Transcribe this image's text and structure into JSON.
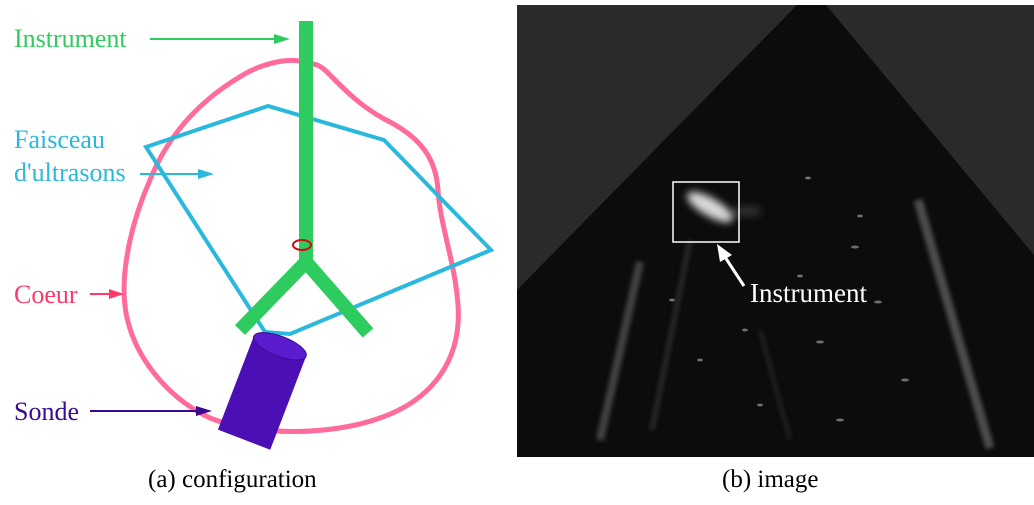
{
  "config": {
    "labels": {
      "instrument": "Instrument",
      "beam_line1": "Faisceau",
      "beam_line2": "d'ultrasons",
      "heart": "Coeur",
      "probe": "Sonde"
    },
    "colors": {
      "instrument": "#2ecc5e",
      "beam": "#2ab8dc",
      "heart": "#ff6b9a",
      "probe": "#4b0fb5",
      "marker": "#cc1111"
    }
  },
  "image": {
    "annotation": "Instrument",
    "colors": {
      "background": "#000000",
      "sector": "#1c1c1c",
      "box": "#ffffff"
    }
  },
  "captions": {
    "a": "(a) configuration",
    "b": "(b) image"
  }
}
